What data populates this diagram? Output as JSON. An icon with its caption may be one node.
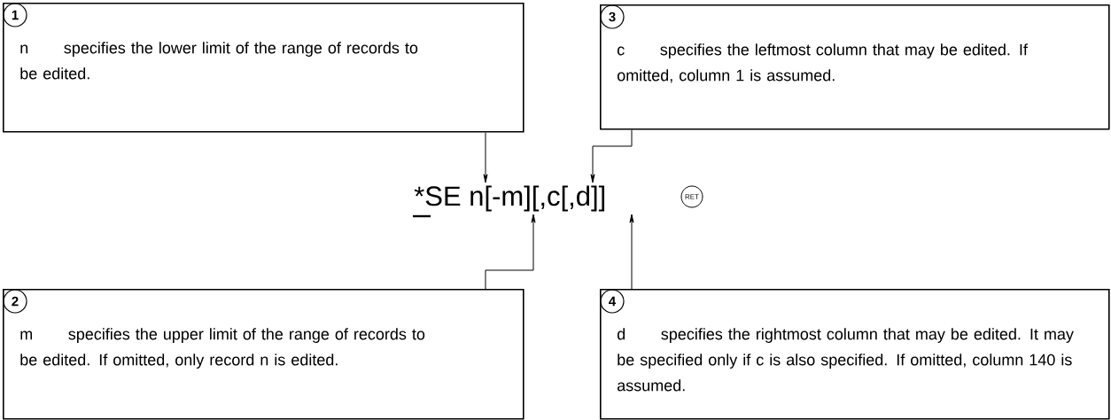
{
  "diagram": {
    "nodes": [
      {
        "text": [
          "1",
          "n",
          "specifies the lower limit of the range of records to be edited."
        ]
      },
      {
        "text": [
          "3",
          "c",
          "specifies the leftmost column that may be edited.  If omitted, column 1 is assumed."
        ]
      },
      {
        "text": [
          "*SE n[-m][,c[,d]]"
        ]
      },
      {
        "text": [
          "RET"
        ]
      },
      {
        "text": [
          "2",
          "m",
          "specifies the upper limit of the range of records to be edited.  If omitted, only record n is edited."
        ]
      },
      {
        "text": [
          "4",
          "d",
          "specifies the rightmost column that may be edited.  It may be specified only if c is also specified.  If omitted, column 140 is assumed."
        ]
      }
    ],
    "edges": [
      {
        "from": 0,
        "to": 2,
        "arrow": "to"
      },
      {
        "from": 1,
        "to": 2,
        "arrow": "to"
      },
      {
        "from": 4,
        "to": 2,
        "arrow": "to"
      },
      {
        "from": 5,
        "to": 2,
        "arrow": "to"
      }
    ]
  }
}
